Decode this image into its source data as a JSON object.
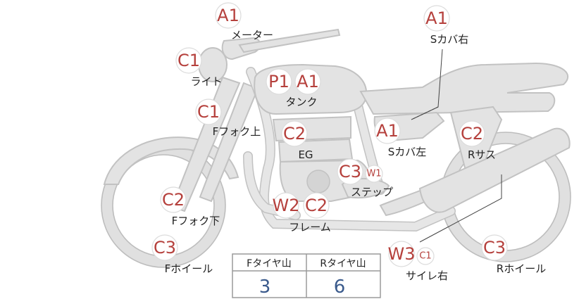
{
  "parts": {
    "meter": {
      "badges": [
        "A1"
      ],
      "label": "メーター"
    },
    "s_cover_right": {
      "badges": [
        "A1"
      ],
      "label": "Sカバ右"
    },
    "light": {
      "badges": [
        "C1"
      ],
      "label": "ライト"
    },
    "tank": {
      "badges": [
        "P1",
        "A1"
      ],
      "label": "タンク"
    },
    "f_fork_upper": {
      "badges": [
        "C1"
      ],
      "label": "Fフォク上"
    },
    "engine": {
      "badges": [
        "C2"
      ],
      "label": "EG"
    },
    "s_cover_left": {
      "badges": [
        "A1"
      ],
      "label": "Sカバ左"
    },
    "r_suspension": {
      "badges": [
        "C2"
      ],
      "label": "Rサス"
    },
    "step": {
      "badges": [
        "C3"
      ],
      "small_badge": "W1",
      "label": "ステップ"
    },
    "f_fork_lower": {
      "badges": [
        "C2"
      ],
      "label": "Fフォク下"
    },
    "frame": {
      "badges": [
        "W2",
        "C2"
      ],
      "label": "フレーム"
    },
    "f_wheel": {
      "badges": [
        "C3"
      ],
      "label": "Fホイール"
    },
    "silencer_right": {
      "badges": [
        "W3"
      ],
      "small_badge": "C1",
      "label": "サイレ右"
    },
    "r_wheel": {
      "badges": [
        "C3"
      ],
      "label": "Rホイール"
    }
  },
  "tread_table": {
    "headers": [
      "Fタイヤ山",
      "Rタイヤ山"
    ],
    "values": [
      "3",
      "6"
    ]
  },
  "colors": {
    "badge_text": "#b5403c",
    "table_value": "#3a5a8c",
    "bike_fill": "#e3e3e3",
    "bike_outline": "#c2c2c2"
  }
}
